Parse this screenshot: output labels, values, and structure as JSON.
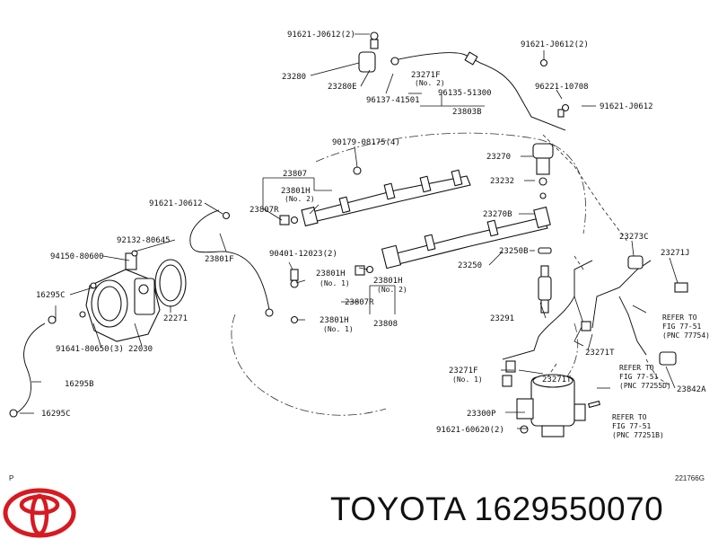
{
  "diagram": {
    "code": "221766G",
    "corner_mark": "P",
    "labels": {
      "l91621_j0612_2a": "91621-J0612(2)",
      "l23280": "23280",
      "l23280e": "23280E",
      "l96137_41501": "96137-41501",
      "l23271f_a": "23271F",
      "l23271f_a_no": "(No. 2)",
      "l96135_51300": "96135-51300",
      "l23803b": "23803B",
      "l91621_j0612_2b": "91621-J0612(2)",
      "l96221_10708": "96221-10708",
      "l91621_j0612_c": "91621-J0612",
      "l90179_08175": "90179-08175(4)",
      "l23807": "23807",
      "l23801h_a": "23801H",
      "l23801h_a_no": "(No. 2)",
      "l23807r_a": "23807R",
      "l23270": "23270",
      "l23232": "23232",
      "l23270b": "23270B",
      "l91621_j0612_d": "91621-J0612",
      "l92132_80645": "92132-80645",
      "l94150_80600": "94150-80600",
      "l23801f": "23801F",
      "l90401_12023": "90401-12023(2)",
      "l23273c": "23273C",
      "l23271j": "23271J",
      "l23250b": "23250B",
      "l23250": "23250",
      "l16295c_a": "16295C",
      "l23801h_b": "23801H",
      "l23801h_b_no": "(No. 1)",
      "l23801h_c": "23801H",
      "l23801h_c_no": "(No. 2)",
      "l23807r_b": "23807R",
      "l22271": "22271",
      "l23808": "23808",
      "l23291": "23291",
      "l23801h_d": "23801H",
      "l23801h_d_no": "(No. 1)",
      "l91641_80650": "91641-80650(3)",
      "l22030": "22030",
      "l23271t_a": "23271T",
      "ref1_line1": "REFER TO",
      "ref1_line2": "FIG 77-51",
      "ref1_line3": "(PNC 77754)",
      "l23271f_b": "23271F",
      "l23271f_b_no": "(No. 1)",
      "l23271t_b": "23271T",
      "l16295b": "16295B",
      "ref2_line1": "REFER TO",
      "ref2_line2": "FIG 77-51",
      "ref2_line3": "(PNC 77255D)",
      "l23842a": "23842A",
      "l16295c_b": "16295C",
      "l23300p": "23300P",
      "ref3_line1": "REFER TO",
      "ref3_line2": "FIG 77-51",
      "ref3_line3": "(PNC 77251B)",
      "l91621_60620": "91621-60620(2)"
    }
  },
  "footer": {
    "brand": "TOYOTA 1629550070",
    "logo_icon": "toyota-logo-icon"
  }
}
